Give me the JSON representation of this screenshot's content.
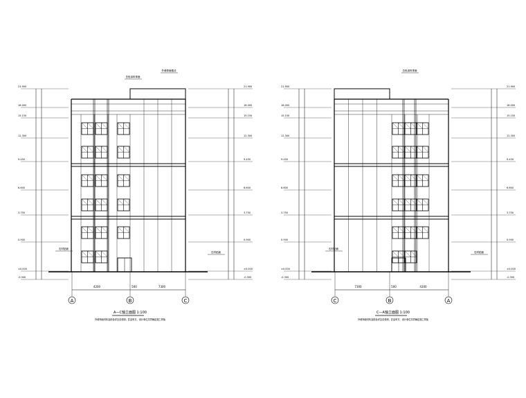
{
  "drawings": [
    {
      "id": "left",
      "title": "A—C轴立面图",
      "scale": "1:100",
      "note": "外墙饰面材料及颜色详见总说明，并由甲方、设计单位共同确定施工样板",
      "axes": [
        "A",
        "B",
        "C"
      ],
      "dims": [
        "4200",
        "500",
        "7300"
      ],
      "levels": [
        "21.900",
        "18.000",
        "15.150",
        "12.300",
        "9.450",
        "6.600",
        "3.750",
        "0.900",
        "±0.000",
        "-0.300"
      ],
      "callouts": [
        "外墙饰面做法",
        "白色涂料饰面",
        "石材贴面",
        "石材贴面"
      ]
    },
    {
      "id": "right",
      "title": "C—A轴立面图",
      "scale": "1:100",
      "note": "外墙饰面材料及颜色详见总说明，并由甲方、设计单位共同确定施工样板",
      "axes": [
        "C",
        "B",
        "A"
      ],
      "dims": [
        "7300",
        "500",
        "4200"
      ],
      "levels": [
        "21.900",
        "18.000",
        "15.150",
        "12.300",
        "9.450",
        "6.600",
        "3.750",
        "0.900",
        "±0.000",
        "-0.300"
      ],
      "callouts": [
        "白色涂料饰面",
        "石材贴面",
        "石材贴面"
      ]
    }
  ]
}
